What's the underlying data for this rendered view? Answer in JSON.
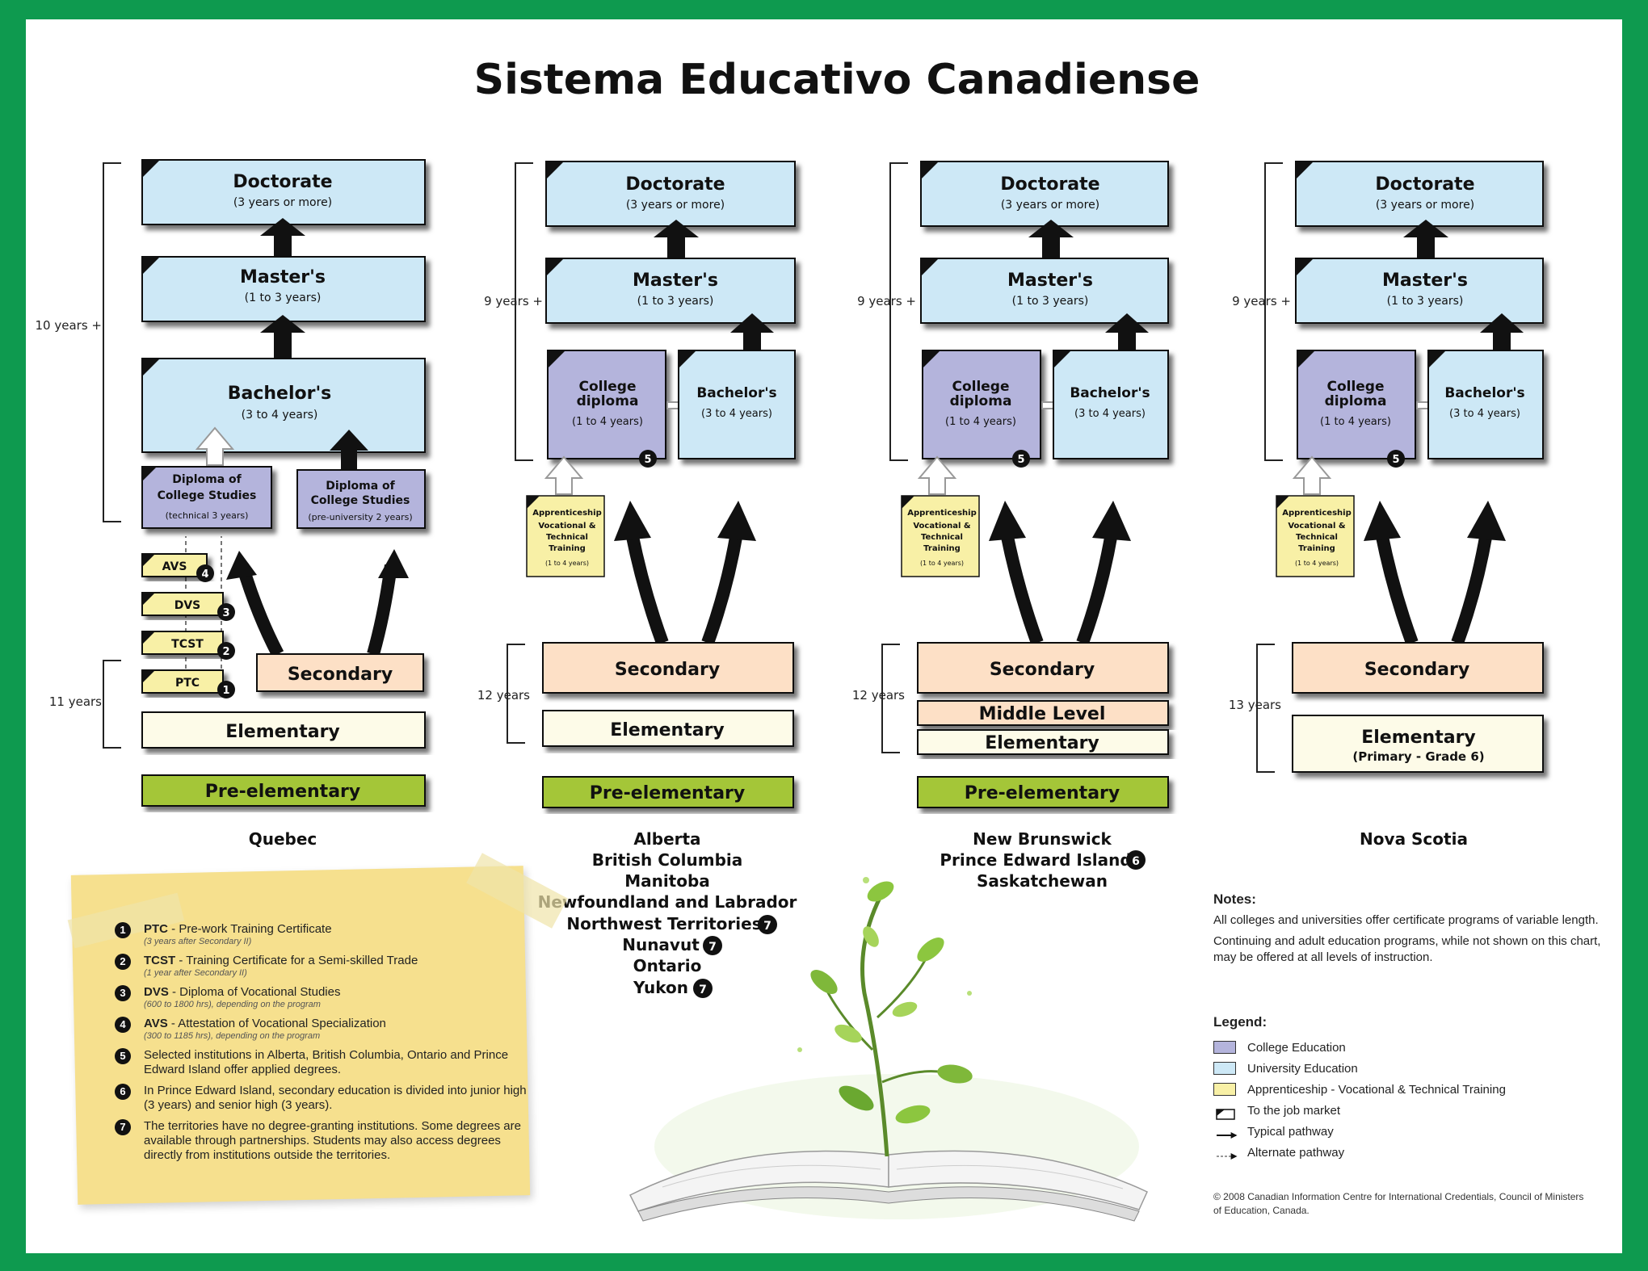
{
  "title": "Sistema Educativo Canadiense",
  "labels": {
    "doctorate": "Doctorate",
    "doctorate_sub": "(3 years or more)",
    "masters": "Master's",
    "masters_sub": "(1 to 3 years)",
    "bachelors": "Bachelor's",
    "bachelors_sub": "(3 to 4 years)",
    "college_1": "College",
    "college_2": "diploma",
    "college_sub": "(1 to 4 years)",
    "appr_1": "Apprenticeship",
    "appr_2": "Vocational &",
    "appr_3": "Technical",
    "appr_4": "Training",
    "appr_sub": "(1 to 4 years)",
    "secondary": "Secondary",
    "middle": "Middle Level",
    "elementary": "Elementary",
    "preelementary": "Pre-elementary",
    "nova_elem_sub": "(Primary - Grade 6)",
    "dcs_tech_1": "Diploma of",
    "dcs_tech_2": "College Studies",
    "dcs_tech_sub": "(technical 3 years)",
    "dcs_pre_1": "Diploma of",
    "dcs_pre_2": "College Studies",
    "dcs_pre_sub": "(pre-university 2 years)",
    "avs": "AVS",
    "dvs": "DVS",
    "tcst": "TCST",
    "ptc": "PTC"
  },
  "brackets": {
    "q_upper": "10 years +",
    "q_lower": "11 years",
    "a_upper": "9 years +",
    "a_lower": "12 years",
    "n_upper": "9 years +",
    "n_lower": "12 years",
    "s_upper": "9 years +",
    "s_lower": "13 years"
  },
  "provinces": {
    "quebec": "Quebec",
    "alberta": "Alberta",
    "bc": "British Columbia",
    "manitoba": "Manitoba",
    "nl": "Newfoundland and Labrador",
    "nwt": "Northwest Territories",
    "nunavut": "Nunavut",
    "ontario": "Ontario",
    "yukon": "Yukon",
    "nb": "New Brunswick",
    "pei": "Prince Edward Island",
    "sask": "Saskatchewan",
    "ns": "Nova Scotia"
  },
  "badges": {
    "b1": "1",
    "b2": "2",
    "b3": "3",
    "b4": "4",
    "b5": "5",
    "b6": "6",
    "b7": "7"
  },
  "footnotes": [
    {
      "num": "1",
      "term": "PTC",
      "text": " - Pre-work Training Certificate",
      "sub": "(3 years after Secondary II)"
    },
    {
      "num": "2",
      "term": "TCST",
      "text": " - Training Certificate for a Semi-skilled Trade",
      "sub": "(1 year after Secondary II)"
    },
    {
      "num": "3",
      "term": "DVS",
      "text": " - Diploma of Vocational Studies",
      "sub": "(600 to 1800 hrs), depending on the program"
    },
    {
      "num": "4",
      "term": "AVS",
      "text": " - Attestation of Vocational Specialization",
      "sub": "(300 to 1185 hrs), depending on the program"
    },
    {
      "num": "5",
      "term": "",
      "text": "Selected institutions in Alberta, British Columbia, Ontario and Prince Edward Island offer applied degrees.",
      "sub": ""
    },
    {
      "num": "6",
      "term": "",
      "text": "In Prince Edward Island, secondary education is divided into junior high (3 years) and senior high (3 years).",
      "sub": ""
    },
    {
      "num": "7",
      "term": "",
      "text": "The territories have no degree-granting institutions. Some degrees are available through partnerships. Students may also access degrees directly from institutions outside the territories.",
      "sub": ""
    }
  ],
  "notes": {
    "heading": "Notes:",
    "p1": "All colleges and universities offer certificate programs of variable length.",
    "p2": "Continuing and adult education programs, while not shown on this chart, may be offered at all levels of instruction."
  },
  "legend": {
    "heading": "Legend:",
    "items": [
      {
        "label": "College Education",
        "color": "#b4b4dc"
      },
      {
        "label": "University Education",
        "color": "#cde8f6"
      },
      {
        "label": "Apprenticeship - Vocational & Technical Training",
        "color": "#f8f0a6"
      },
      {
        "label": "To the job market",
        "color": "#ffffff"
      },
      {
        "label": "Typical pathway",
        "color": ""
      },
      {
        "label": "Alternate pathway",
        "color": ""
      }
    ]
  },
  "copyright": "© 2008 Canadian Information Centre for International Credentials, Council of Ministers of Education, Canada.",
  "colors": {
    "frame": "#0e9a4f",
    "university": "#cde8f6",
    "college": "#b4b4dc",
    "apprentice": "#f8f0a6",
    "secondary": "#fde0c6",
    "elementary": "#fdfbe8",
    "preelementary": "#a4c639",
    "note_paper": "#f6e08e"
  },
  "icons": {
    "plant": "sprout-illustration",
    "book": "open-book-illustration"
  }
}
